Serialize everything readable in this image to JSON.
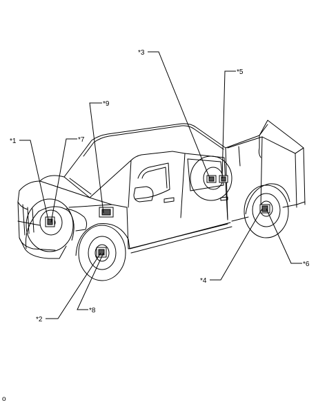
{
  "callouts": {
    "c1": "*1",
    "c2": "*2",
    "c3": "*3",
    "c4": "*4",
    "c5": "*5",
    "c6": "*6",
    "c7": "*7",
    "c8": "*8",
    "c9": "*9"
  },
  "corner_mark": "o",
  "colors": {
    "line": "#000000",
    "background": "#ffffff"
  }
}
